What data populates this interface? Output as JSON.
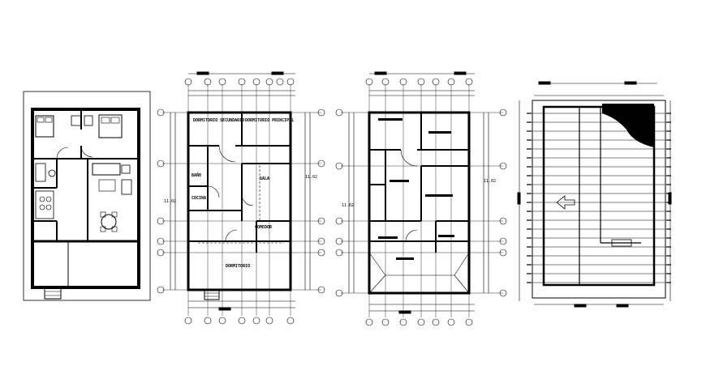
{
  "drawing": {
    "background": "#ffffff",
    "ink": "#000000",
    "panels": [
      {
        "name": "furnished-floor-plan",
        "rooms": []
      },
      {
        "name": "architectural-floor-plan",
        "room_labels": [
          "DORMITORIO SECUNDARIO",
          "DORMITORIO PRINCIPAL",
          "SALA",
          "BAÑO",
          "COCINA",
          "COMEDOR",
          "DORMITORIO"
        ],
        "dimension_label": "11.02"
      },
      {
        "name": "structural-plan",
        "dimension_label": "11.02"
      },
      {
        "name": "roof-plan"
      }
    ]
  }
}
